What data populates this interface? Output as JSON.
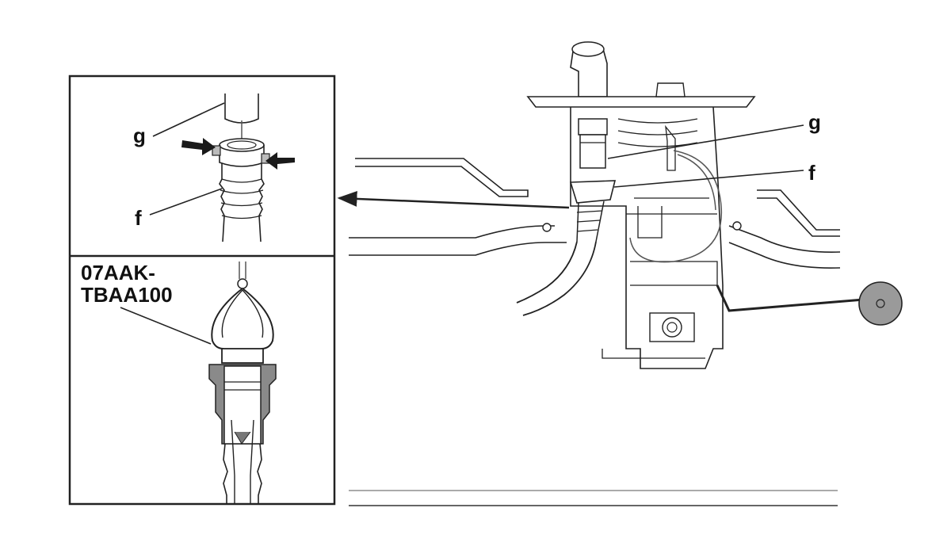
{
  "labels": {
    "g_detail": "g",
    "f_detail": "f",
    "tool_line1": "07AAK-",
    "tool_line2": "TBAA100",
    "g_main": "g",
    "f_main": "f"
  },
  "colors": {
    "line": "#222222",
    "shade": "#9a9a9a",
    "arrow": "#1a1a1a"
  }
}
